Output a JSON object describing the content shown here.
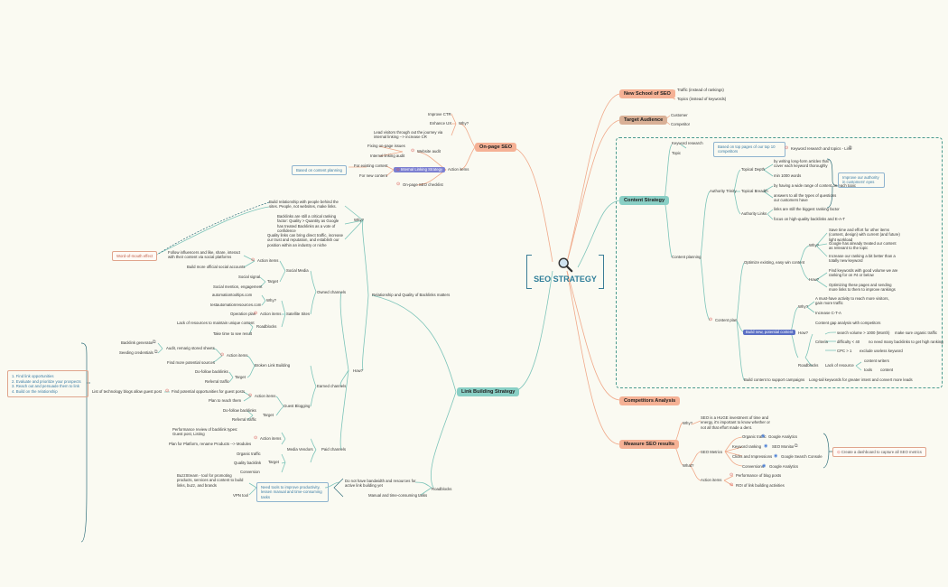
{
  "title": "SEO STRATEGY",
  "colors": {
    "accent": "#2f7e99",
    "salmon": "#f5b195",
    "tan": "#d9b096",
    "teal": "#89cfc5",
    "line_orange": "#f0a98a",
    "line_teal": "#7cc4b9"
  },
  "icons": {
    "center": "magnifier-icon",
    "marker": "red-target-icon",
    "link": "external-link-icon",
    "google": "blue-google-icon"
  },
  "branches": {
    "new_school": {
      "label": "New School of SEO",
      "items": [
        "Traffic (instead of rankings)",
        "Topics (instead of keywords)"
      ]
    },
    "target_audience": {
      "label": "Target Audience",
      "items": [
        "Customer",
        "Competitor"
      ]
    },
    "content_strategy": {
      "label": "Content Strategy",
      "keyword_research": "Keyword research",
      "topic": "Topic",
      "based_on_top": "Based on top pages of our top 10 competitors",
      "kw_tools": "Keyword research and topics - Link",
      "content_planning": "Content planning",
      "authority_trinity": "Authority Trinity",
      "topical_depth": "Topical Depth",
      "td1": "by writing long-form articles that cover each keyword thoroughly",
      "td2": "min 1000 words",
      "topical_breadth": "Topical Breadth",
      "tb1": "by having a wide range of content on each topic",
      "tb2": "answers to all the types of questions our customers have",
      "authority_links": "Authority Links",
      "al1": "links are still the biggest ranking factor",
      "al2": "focus on high-quality backlinks and E-A-T",
      "improve_auth": "Improve our authority in customers' eyes",
      "optimize_existing": "Optimize existing, easy win content",
      "why": "Why?",
      "why1": "Save time and effort for other items (content, design) with current (and future) light workload",
      "why2": "Google has already treated our content as relevant to the topic",
      "why3": "Increase our ranking a bit better than a totally new keyword",
      "how": "How?",
      "how1": "Find keywords with good volume we are ranking for on #4 or below",
      "how2": "Optimizing these pages and sending more links to them to improve rankings",
      "content_plan": "Content plan",
      "build_new": "Build new, potential content",
      "bwhy": "Why?",
      "bwhy1": "A must-have activity to reach more visitors, gain more traffic",
      "bwhy2": "Increase C-T-A",
      "bhow": "How?",
      "bhow1": "Content gap analysis with competitors",
      "criteria": "Criteria",
      "c1": "search volume > 1000 (Month)",
      "c1b": "make sure organic traffic",
      "c2": "difficulty < 40",
      "c2b": "no need many backlinks to get high ranking",
      "c3": "CPC > 1",
      "c3b": "exclude useless keyword",
      "roadblocks": "Roadblocks",
      "lack_resource": "Lack of resource",
      "content_writers": "content writers",
      "tools": "tools",
      "content": "content",
      "build_support": "Build content to support campaigns",
      "long_tail": "Long-tail keywords for greater intent and convert more leads"
    },
    "competitors": {
      "label": "Competitors Analysis"
    },
    "measure": {
      "label": "Measure SEO results",
      "why": "Why?",
      "why_text": "SEO is a HUGE investment of time and energy, it's important to know whether or not all that effort made a dent.",
      "what": "What?",
      "seo_metrics": "SEO Metrics",
      "m1": "Organic traffic",
      "m1t": "Google Analytics",
      "m2": "Keyword ranking",
      "m2t": "SEO Monitor",
      "m3": "Clicks and Impressions",
      "m3t": "Google Search Console",
      "m4": "Conversions",
      "m4t": "Google Analytics",
      "dashboard": "Create a dashboard to capture all SEO metrics",
      "action_items": "Action items",
      "a1": "Performance of blog posts",
      "a2": "ROI of link building activities"
    },
    "onpage": {
      "label": "On-page SEO",
      "why": "Why?",
      "w1": "Improve CTR",
      "w2": "Enhance UX",
      "w3": "Lead visitors through out the journey via internal linking --> increase CR",
      "action_items": "Action items",
      "website_audit": "Website audit",
      "fix_onpage": "Fixing on-page issues",
      "internal_audit": "Internal linking audit",
      "ils": "Internal Linking Strategy",
      "existing": "For existing content",
      "new": "For new content",
      "based_on": "Based on content planning",
      "checklist": "On-page SEO checklist"
    },
    "linkbuilding": {
      "label": "Link Building Strategy",
      "relationship": "Relationship and Quality of Backlinks matters",
      "why": "Why?",
      "lw1": "Build relationship with people behind the sites. People, not websites, make links.",
      "lw2": "Backlinks are still a critical ranking factor: Quality > Quantity as Google has treated Backlinks as a vote of confidence",
      "lw3": "Quality links can bring direct traffic, increase our trust and reputation, and establish our position within an industry or niche",
      "how": "How?",
      "owned": "Owned channels",
      "social": "Social Media",
      "sm_action": "Action items",
      "sm_a1": "Follow influencers and like, share, interact with their content via social platforms",
      "sm_a2": "Build more official social accounts",
      "word_of_mouth": "Word-of-mouth effect",
      "sm_target": "Target",
      "sm_t1": "Social signal",
      "sm_t2": "Social mention, engagement",
      "satellite": "Satellite Sites",
      "ss_why": "Why?",
      "ss_w1": "automationtooltips.com",
      "ss_w2": "testautomationresources.com",
      "ss_op": "Operation plan",
      "ss_action": "Action items",
      "ss_road": "Roadblocks",
      "ss_r1": "Lack of resources to maintain unique content",
      "ss_r2": "Take time to see result",
      "earned": "Earned channels",
      "broken": "Broken Link Building",
      "bl_action": "Action items",
      "bl_a1": "Backlink generator",
      "bl_a2": "Seeding credentials",
      "bl_a3": "Audit, remarig stored sheets",
      "bl_a4": "Find more potential sources",
      "bl_target": "Target",
      "bl_t1": "Do-follow backlinks",
      "bl_t2": "Referral traffic",
      "guest": "Guest Blogging",
      "gb_action": "Action items",
      "gb_a1": "Find potential opportunities for guest posts",
      "gb_a0": "List of technology blogs allow guest post",
      "gb_a2": "Plan to reach them",
      "gb_target": "Target",
      "gb_t1": "Do-follow backlinks",
      "gb_t2": "Referral traffic",
      "steps": [
        "1. Find link opportunities",
        "2. Evaluate and prioritize your prospects",
        "3. Reach out and persuade them to link",
        "4. Build on the relationship"
      ],
      "paid": "Paid channels",
      "media": "Media Vendors",
      "mv_action": "Action items",
      "mv_a1": "Performance review of backlink types: Guest post, Listing",
      "mv_a2": "Plan for Platform, rename Products --> Modules",
      "mv_target": "Target",
      "mv_t1": "Organic traffic",
      "mv_t2": "Quality backlink",
      "mv_t3": "Conversion",
      "roadblocks": "Roadblocks",
      "rb1": "Do not have bandwidth and resources for active link building yet",
      "rb2": "Manual and time-consuming tasks",
      "need_tools": "Need tools to improve productivity, lessen manual and time-consuming tasks",
      "buzz": "BuzzStream - tool for promoting products, services and content to build links, buzz, and brands",
      "vpn": "VPN tool"
    }
  }
}
